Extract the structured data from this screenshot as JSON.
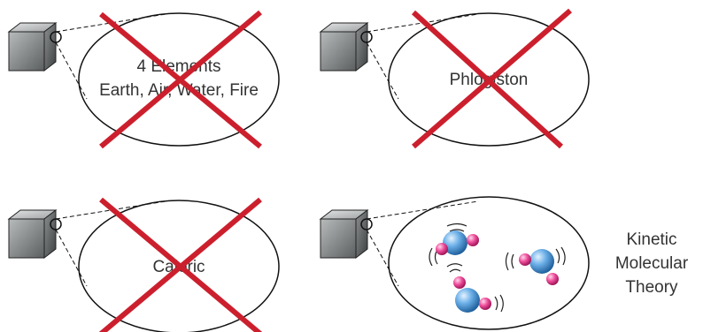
{
  "panels": [
    {
      "id": "four-elements",
      "lines": [
        "4 Elements",
        "Earth, Air, Water, Fire"
      ],
      "crossed_out": true
    },
    {
      "id": "phlogiston",
      "lines": [
        "Phlogiston"
      ],
      "crossed_out": true
    },
    {
      "id": "caloric",
      "lines": [
        "Caloric"
      ],
      "crossed_out": true
    },
    {
      "id": "kinetic-molecular",
      "lines": [],
      "crossed_out": false,
      "content": "three water molecules in motion"
    }
  ],
  "theory_label": {
    "line1": "Kinetic",
    "line2": "Molecular",
    "line3": "Theory"
  },
  "colors": {
    "cross": "#cc1f2d",
    "outline": "#111111",
    "oxygen": "#3f8fd6",
    "hydrogen": "#e6338a",
    "cube": "#7f8283"
  },
  "icons": [
    "magnifier-cube-icon",
    "water-molecule-icon"
  ]
}
